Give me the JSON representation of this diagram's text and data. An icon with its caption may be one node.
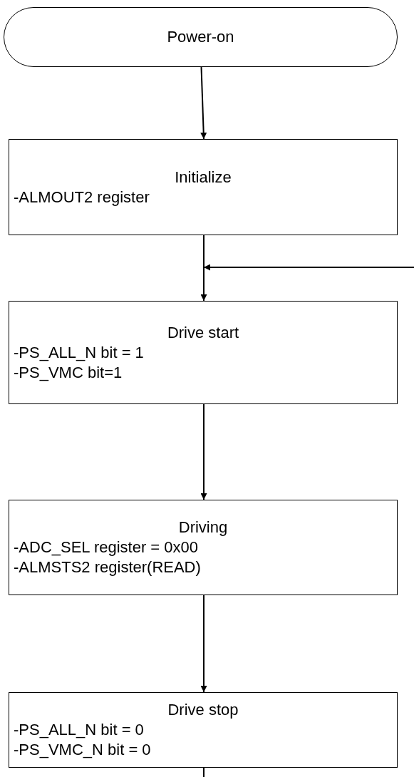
{
  "diagram": {
    "nodes": [
      {
        "text": [
          "Power-on"
        ]
      },
      {
        "text": [
          "Initialize",
          "-ALMOUT2 register"
        ]
      },
      {
        "text": [
          "Drive start",
          "-PS_ALL_N bit = 1",
          "-PS_VMC bit=1"
        ]
      },
      {
        "text": [
          "Driving",
          "-ADC_SEL register = 0x00",
          "-ALMSTS2 register(READ)"
        ]
      },
      {
        "text": [
          "Drive stop",
          "-PS_ALL_N bit = 0",
          "-PS_VMC_N bit = 0"
        ]
      }
    ],
    "edges": [
      {
        "from": 0,
        "to": 1,
        "arrow": "to"
      },
      {
        "from": 1,
        "to": 2,
        "arrow": "to"
      },
      {
        "from": null,
        "to": 2,
        "arrow": "to"
      },
      {
        "from": 2,
        "to": 3,
        "arrow": "to"
      },
      {
        "from": 3,
        "to": 4,
        "arrow": "to"
      },
      {
        "from": 4,
        "to": null,
        "arrow": "none"
      }
    ]
  }
}
